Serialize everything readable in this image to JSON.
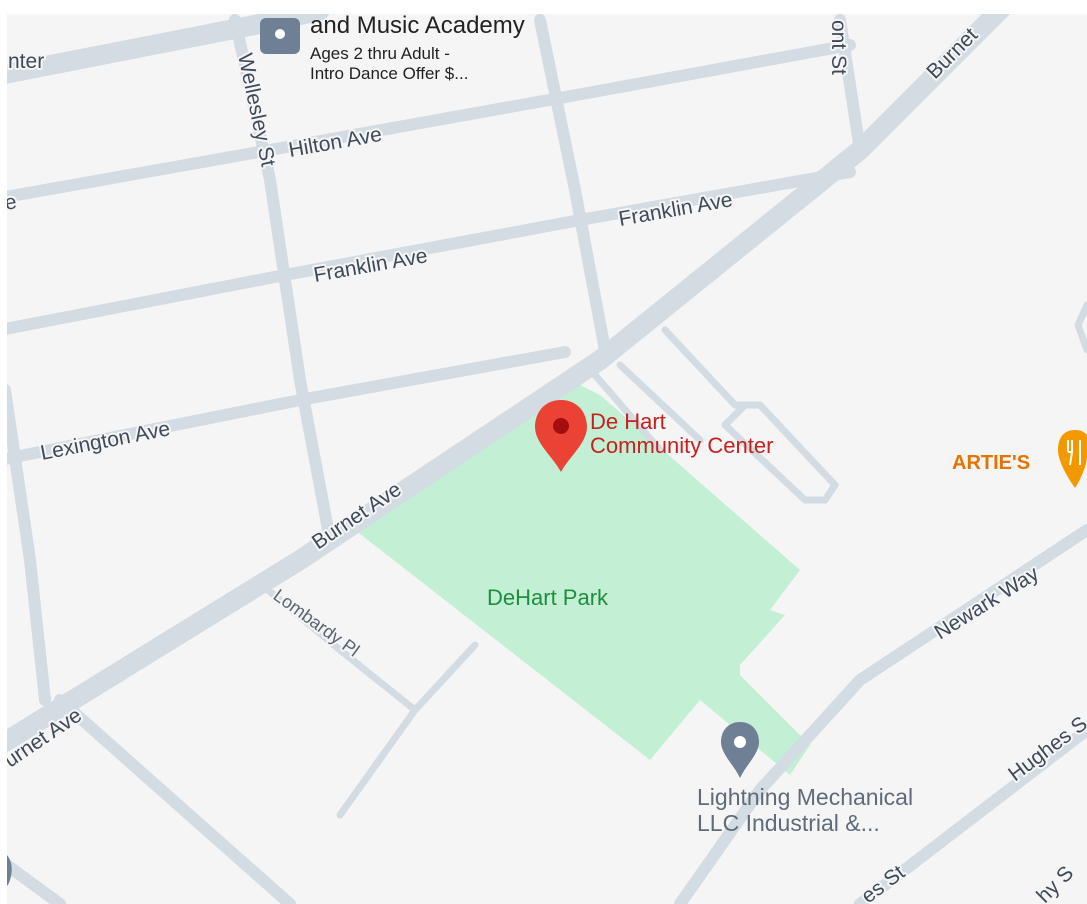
{
  "streets": {
    "center": "nter",
    "wellesley": "Wellesley St",
    "hilton": "Hilton Ave",
    "franklin_a": "Franklin Ave",
    "franklin_b": "Franklin Ave",
    "e_fragment": "e",
    "lexington": "Lexington Ave",
    "burnet_a": "Burnet Ave",
    "burnet_b": "urnet Ave",
    "burnet_c": "Burnet",
    "ont": "ont St",
    "lombardy": "Lombardy Pl",
    "newark": "Newark Way",
    "hughes_a": "Hughes S",
    "hughes_b": "es St",
    "hy": "hy S"
  },
  "places": {
    "academy_title": "and Music Academy",
    "academy_sub1": "Ages 2 thru Adult -",
    "academy_sub2": "Intro Dance Offer $...",
    "dehart_line1": "De Hart",
    "dehart_line2": "Community Center",
    "park": "DeHart Park",
    "arties": "ARTIE'S",
    "lightning_line1": "Lightning Mechanical",
    "lightning_line2": "LLC Industrial &..."
  },
  "colors": {
    "background": "#f5f5f5",
    "road": "#d3dbe3",
    "park": "#c3f0d4",
    "red_pin": "#ea4335",
    "gray_pin": "#6f8094",
    "restaurant": "#f29900"
  },
  "icons": {
    "red_pin": "location-pin-icon",
    "gray_pin": "place-pin-icon",
    "restaurant": "restaurant-icon",
    "academy": "business-icon"
  }
}
